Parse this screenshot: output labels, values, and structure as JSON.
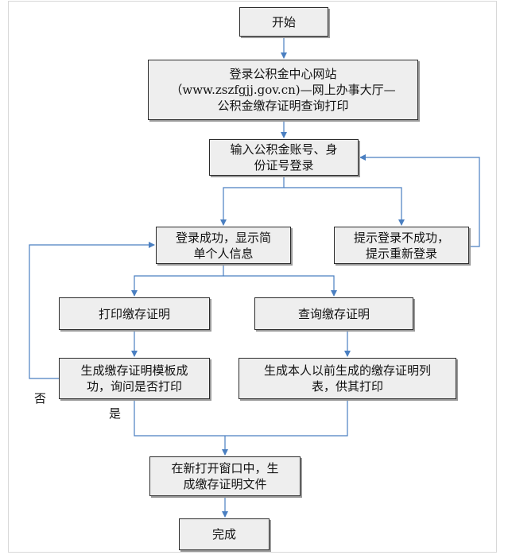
{
  "colors": {
    "connector": "#4a7fc1",
    "node_fill": "#eeeeee",
    "node_border": "#2b2b2b"
  },
  "nodes": {
    "start": "开始",
    "login_site": "登录公积金中心网站\n（www.zszfgjj.gov.cn)—网上办事大厅—\n公积金缴存证明查询打印",
    "enter_credentials": "输入公积金账号、身\n份证号登录",
    "login_success": "登录成功，显示简\n单个人信息",
    "login_failed": "提示登录不成功，\n提示重新登录",
    "print_certificate": "打印缴存证明",
    "query_certificate": "查询缴存证明",
    "template_generated": "生成缴存证明模板成\n功，询问是否打印",
    "list_generated": "生成本人以前生成的缴存证明列\n表，供其打印",
    "generate_file": "在新打开窗口中，生\n成缴存证明文件",
    "complete": "完成"
  },
  "labels": {
    "no": "否",
    "yes": "是"
  }
}
